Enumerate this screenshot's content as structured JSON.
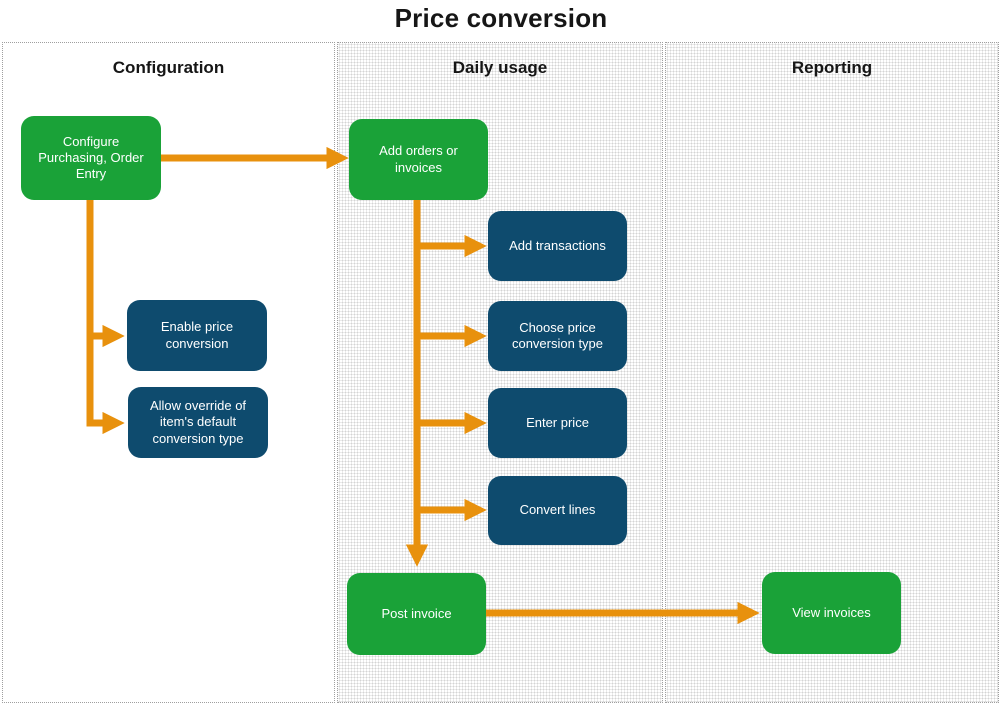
{
  "title": "Price conversion",
  "columns": [
    {
      "label": "Configuration"
    },
    {
      "label": "Daily usage"
    },
    {
      "label": "Reporting"
    }
  ],
  "nodes": {
    "configure": {
      "label": "Configure Purchasing, Order Entry",
      "type": "green"
    },
    "add_orders": {
      "label": "Add orders or invoices",
      "type": "green"
    },
    "enable_price": {
      "label": "Enable price conversion",
      "type": "blue"
    },
    "allow_override": {
      "label": "Allow override of item's default conversion type",
      "type": "blue"
    },
    "add_transactions": {
      "label": "Add transactions",
      "type": "blue"
    },
    "choose_type": {
      "label": "Choose price conversion type",
      "type": "blue"
    },
    "enter_price": {
      "label": "Enter price",
      "type": "blue"
    },
    "convert_lines": {
      "label": "Convert lines",
      "type": "blue"
    },
    "post_invoice": {
      "label": "Post invoice",
      "type": "green"
    },
    "view_invoices": {
      "label": "View invoices",
      "type": "green"
    }
  },
  "colors": {
    "green": "#1AA238",
    "blue": "#0E4B6E",
    "arrow": "#E8910D",
    "node_text": "#FFFFFF",
    "heading": "#161616"
  }
}
